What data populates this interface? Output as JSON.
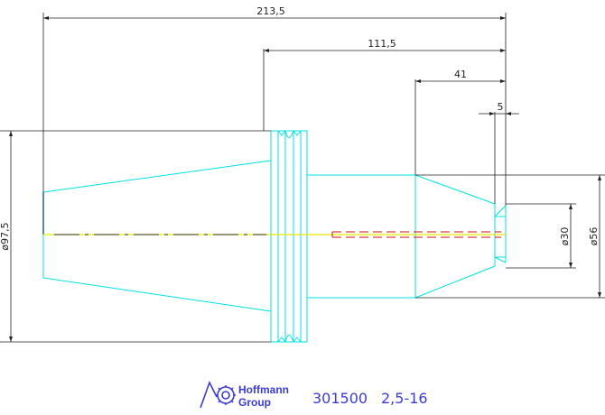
{
  "dimensions": {
    "overall_length": "213,5",
    "length_from_flange": "111,5",
    "shank_tip_length": "41",
    "tip_step": "5",
    "taper_diameter": "ø97,5",
    "bore_diameter": "ø30",
    "shank_diameter": "ø56"
  },
  "title_block": {
    "brand_line1": "Hoffmann",
    "brand_line2": "Group",
    "article_number": "301500",
    "size_range": "2,5-16"
  },
  "colors": {
    "outline": "#00e0e0",
    "dimension": "#222222",
    "centerline": "#e8e800",
    "hidden_line": "#d01010",
    "caption": "#3b3bd4"
  }
}
